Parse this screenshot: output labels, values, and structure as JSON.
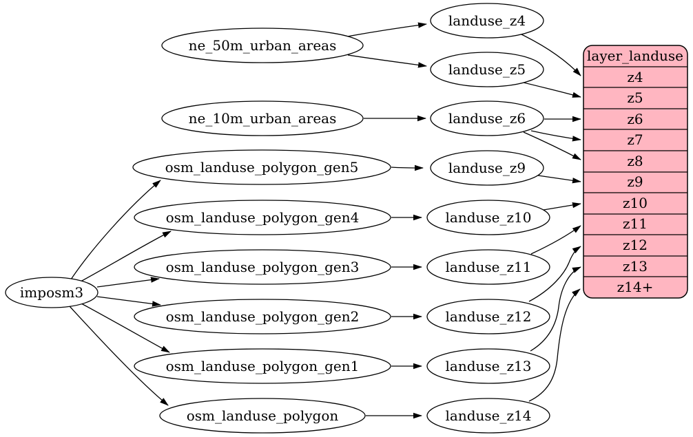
{
  "diagram": {
    "type": "dependency-digraph",
    "background_color": "#ffffff",
    "node_fill": "#ffffff",
    "node_stroke": "#000000",
    "edge_color": "#000000",
    "nodes": {
      "imposm3": "imposm3",
      "ne_50m_urban_areas": "ne_50m_urban_areas",
      "ne_10m_urban_areas": "ne_10m_urban_areas",
      "osm_landuse_polygon_gen5": "osm_landuse_polygon_gen5",
      "osm_landuse_polygon_gen4": "osm_landuse_polygon_gen4",
      "osm_landuse_polygon_gen3": "osm_landuse_polygon_gen3",
      "osm_landuse_polygon_gen2": "osm_landuse_polygon_gen2",
      "osm_landuse_polygon_gen1": "osm_landuse_polygon_gen1",
      "osm_landuse_polygon": "osm_landuse_polygon",
      "landuse_z4": "landuse_z4",
      "landuse_z5": "landuse_z5",
      "landuse_z6": "landuse_z6",
      "landuse_z9": "landuse_z9",
      "landuse_z10": "landuse_z10",
      "landuse_z11": "landuse_z11",
      "landuse_z12": "landuse_z12",
      "landuse_z13": "landuse_z13",
      "landuse_z14": "landuse_z14"
    },
    "record": {
      "title": "layer_landuse",
      "fill": "#ffb6c1",
      "rows": [
        "z4",
        "z5",
        "z6",
        "z7",
        "z8",
        "z9",
        "z10",
        "z11",
        "z12",
        "z13",
        "z14+"
      ]
    },
    "edges": [
      {
        "from": "imposm3",
        "to": "osm_landuse_polygon_gen5"
      },
      {
        "from": "imposm3",
        "to": "osm_landuse_polygon_gen4"
      },
      {
        "from": "imposm3",
        "to": "osm_landuse_polygon_gen3"
      },
      {
        "from": "imposm3",
        "to": "osm_landuse_polygon_gen2"
      },
      {
        "from": "imposm3",
        "to": "osm_landuse_polygon_gen1"
      },
      {
        "from": "imposm3",
        "to": "osm_landuse_polygon"
      },
      {
        "from": "ne_50m_urban_areas",
        "to": "landuse_z4"
      },
      {
        "from": "ne_50m_urban_areas",
        "to": "landuse_z5"
      },
      {
        "from": "ne_10m_urban_areas",
        "to": "landuse_z6"
      },
      {
        "from": "osm_landuse_polygon_gen5",
        "to": "landuse_z9"
      },
      {
        "from": "osm_landuse_polygon_gen4",
        "to": "landuse_z10"
      },
      {
        "from": "osm_landuse_polygon_gen3",
        "to": "landuse_z11"
      },
      {
        "from": "osm_landuse_polygon_gen2",
        "to": "landuse_z12"
      },
      {
        "from": "osm_landuse_polygon_gen1",
        "to": "landuse_z13"
      },
      {
        "from": "osm_landuse_polygon",
        "to": "landuse_z14"
      },
      {
        "from": "landuse_z4",
        "to": "layer_landuse.z4"
      },
      {
        "from": "landuse_z5",
        "to": "layer_landuse.z5"
      },
      {
        "from": "landuse_z6",
        "to": "layer_landuse.z6"
      },
      {
        "from": "landuse_z6",
        "to": "layer_landuse.z7"
      },
      {
        "from": "landuse_z6",
        "to": "layer_landuse.z8"
      },
      {
        "from": "landuse_z9",
        "to": "layer_landuse.z9"
      },
      {
        "from": "landuse_z10",
        "to": "layer_landuse.z10"
      },
      {
        "from": "landuse_z11",
        "to": "layer_landuse.z11"
      },
      {
        "from": "landuse_z12",
        "to": "layer_landuse.z12"
      },
      {
        "from": "landuse_z13",
        "to": "layer_landuse.z13"
      },
      {
        "from": "landuse_z14",
        "to": "layer_landuse.z14+"
      }
    ]
  }
}
